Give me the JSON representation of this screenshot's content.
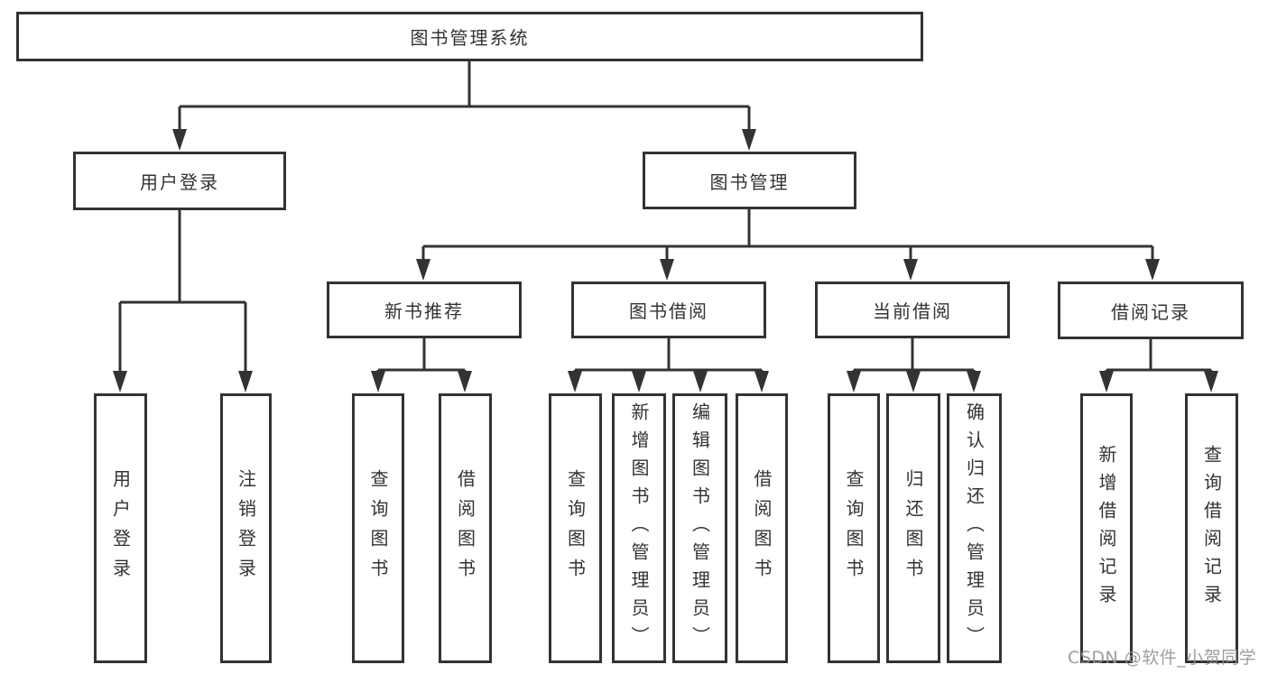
{
  "diagram": {
    "title": "图书管理系统",
    "branches": {
      "user_login": {
        "label": "用户登录",
        "children": [
          "用户登录",
          "注销登录"
        ]
      },
      "book_mgmt": {
        "label": "图书管理",
        "modules": {
          "new_book": {
            "label": "新书推荐",
            "children": [
              "查询图书",
              "借阅图书"
            ]
          },
          "borrow": {
            "label": "图书借阅",
            "children": [
              "查询图书",
              "新增图书（管理员）",
              "编辑图书（管理员）",
              "借阅图书"
            ]
          },
          "current": {
            "label": "当前借阅",
            "children": [
              "查询图书",
              "归还图书",
              "确认归还（管理员）"
            ]
          },
          "record": {
            "label": "借阅记录",
            "children": [
              "新增借阅记录",
              "查询借阅记录"
            ]
          }
        }
      }
    }
  },
  "watermark": {
    "text": "CSDN @软件_小贺同学"
  },
  "colors": {
    "line": "#333333",
    "box_border": "#333333",
    "text": "#333333",
    "background": "#ffffff",
    "watermark": "#949494"
  }
}
